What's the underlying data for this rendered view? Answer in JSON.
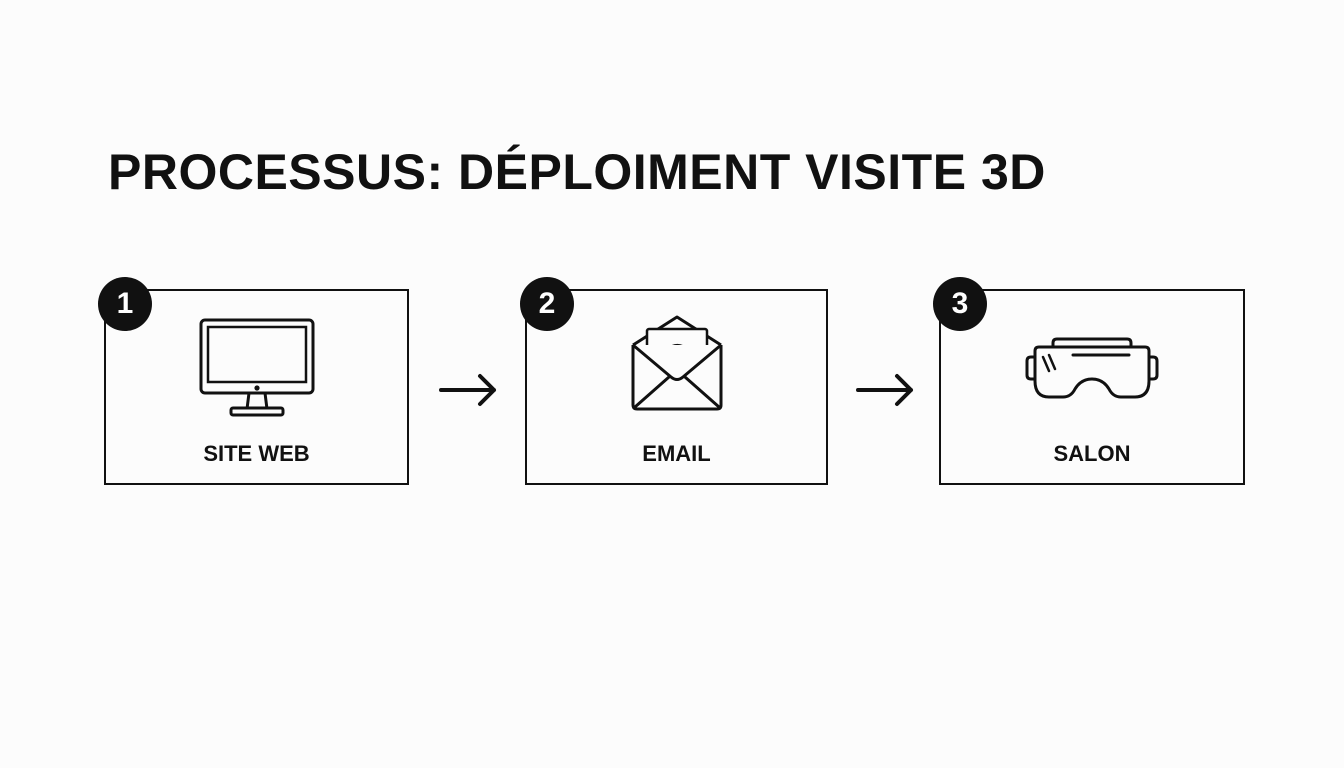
{
  "title": "PROCESSUS: DÉPLOIMENT VISITE 3D",
  "steps": [
    {
      "number": "1",
      "label": "SITE WEB",
      "icon": "monitor-icon"
    },
    {
      "number": "2",
      "label": "EMAIL",
      "icon": "envelope-icon"
    },
    {
      "number": "3",
      "label": "SALON",
      "icon": "vr-headset-icon"
    }
  ],
  "connectors": [
    {
      "icon": "arrow-right-icon"
    },
    {
      "icon": "arrow-right-icon"
    }
  ]
}
